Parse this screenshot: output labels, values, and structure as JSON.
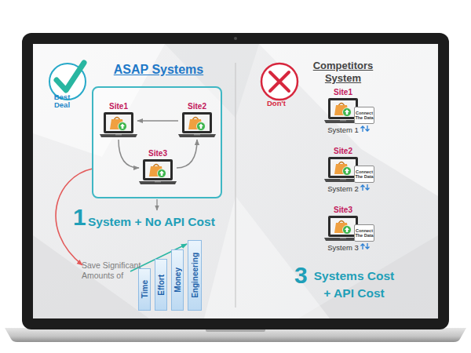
{
  "diagram": {
    "nodes": [
      {
        "text": [
          "ASAP Systems"
        ]
      },
      {
        "text": [
          "Site1"
        ],
        "in": 0
      },
      {
        "text": [
          "Site2"
        ],
        "in": 0
      },
      {
        "text": [
          "Site3"
        ],
        "in": 0
      },
      {
        "text": [
          "Time"
        ]
      },
      {
        "text": [
          "Effort"
        ]
      },
      {
        "text": [
          "Money"
        ]
      },
      {
        "text": [
          "Engineering"
        ]
      },
      {
        "text": [
          "Site1",
          "System 1"
        ]
      },
      {
        "text": [
          "Connect The Data"
        ],
        "in": 8
      },
      {
        "text": [
          "Site2",
          "System 2"
        ]
      },
      {
        "text": [
          "Connect The Data"
        ],
        "in": 10
      },
      {
        "text": [
          "Site3",
          "System 3"
        ]
      },
      {
        "text": [
          "Connect The Data"
        ],
        "in": 12
      }
    ],
    "edges": [
      {
        "from": 2,
        "to": 1,
        "arrow": "to"
      },
      {
        "from": 1,
        "to": 3,
        "arrow": "to"
      },
      {
        "from": 3,
        "to": 2,
        "arrow": "to"
      }
    ],
    "labels": [
      "Best Deal",
      "1",
      "System + No API Cost",
      "Save Significant Amounts of",
      "Don't",
      "Competitors System",
      "3",
      "Systems Cost + API Cost"
    ]
  }
}
